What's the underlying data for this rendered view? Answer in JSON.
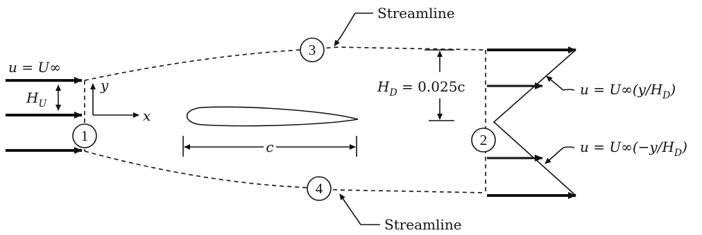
{
  "labels": {
    "inflow_velocity": "u = U∞",
    "upstream_height": "H",
    "upstream_height_sub": "U",
    "y_axis": "y",
    "x_axis": "x",
    "chord": "c",
    "downstream_height": "H",
    "downstream_height_sub": "D",
    "downstream_height_value": " = 0.025c",
    "upper_profile": "u = U∞(y/H",
    "upper_profile_sub": "D",
    "upper_profile_close": ")",
    "lower_profile": "u = U∞(−y/H",
    "lower_profile_sub": "D",
    "lower_profile_close": ")",
    "streamline_top": "Streamline",
    "streamline_bottom": "Streamline"
  },
  "stations": [
    "1",
    "2",
    "3",
    "4"
  ]
}
